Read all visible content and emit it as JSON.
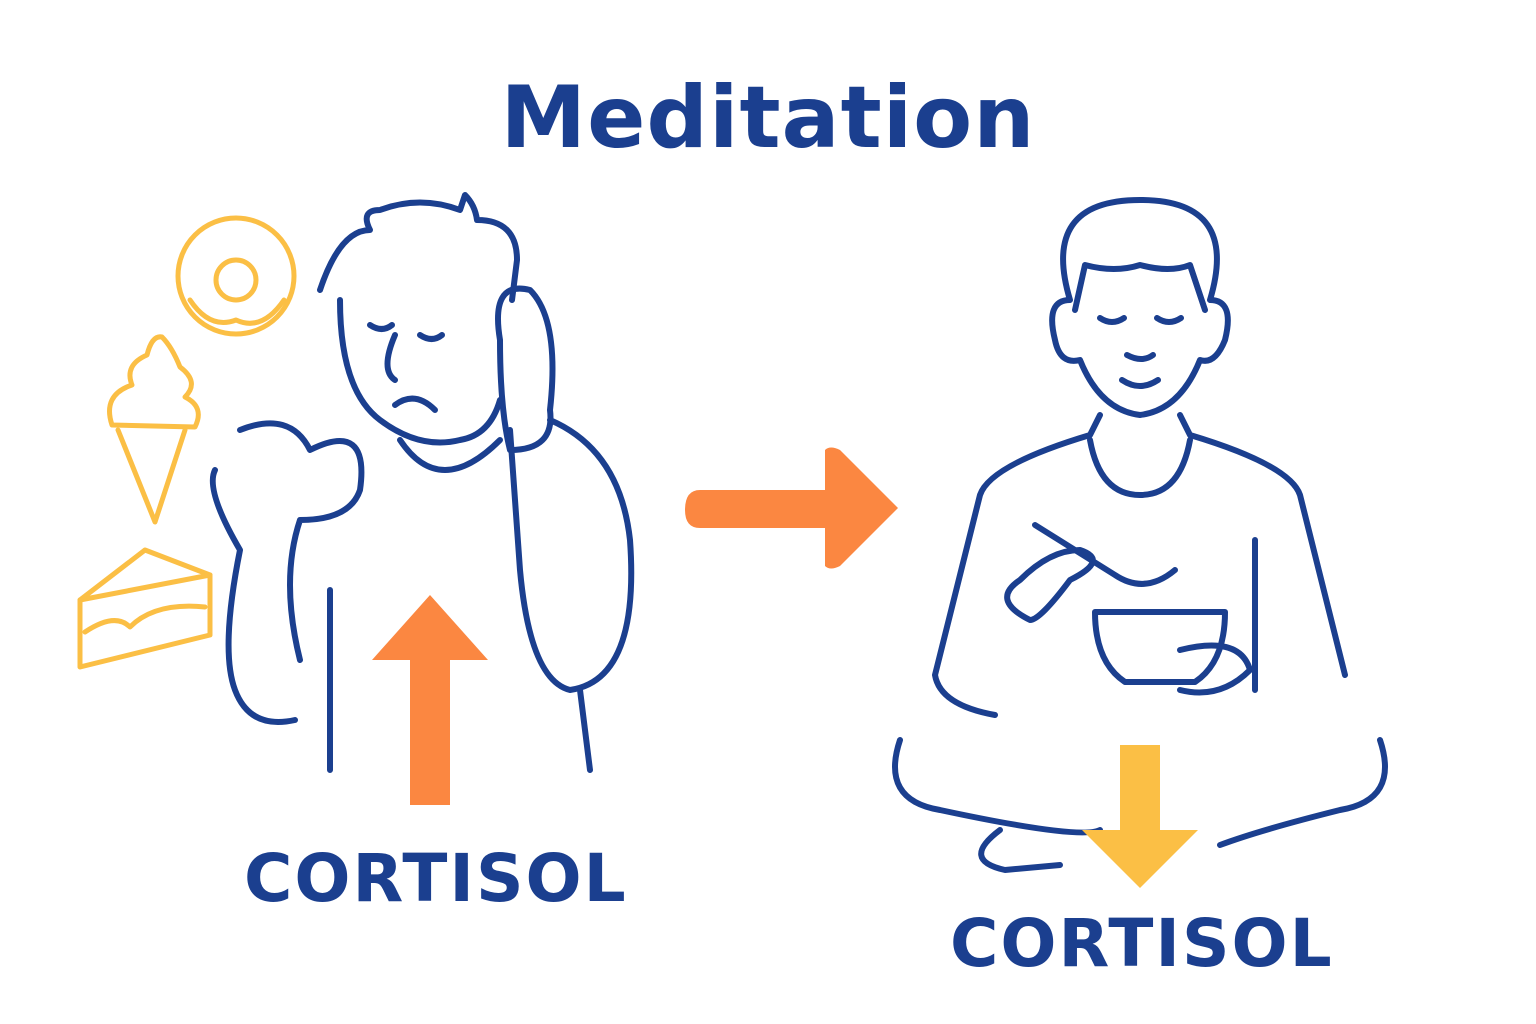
{
  "title": "Meditation",
  "left_panel": {
    "label": "CORTISOL",
    "arrow": "up-arrow-icon"
  },
  "right_panel": {
    "label": "CORTISOL",
    "arrow": "down-arrow-icon"
  },
  "transition_arrow": "right-arrow-icon",
  "colors": {
    "navy": "#1b3f8f",
    "orange": "#fb8741",
    "yellow": "#fbbf45"
  }
}
